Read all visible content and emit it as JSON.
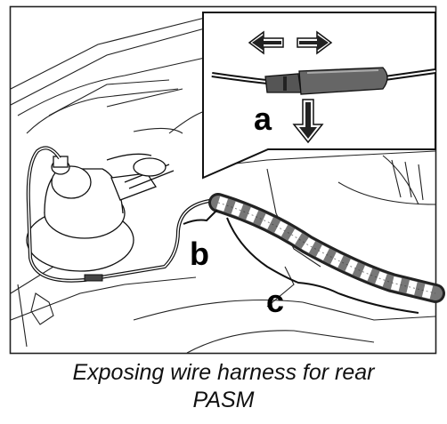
{
  "figure": {
    "callouts": {
      "a": "a",
      "b": "b",
      "c": "c"
    },
    "caption_lines": [
      "Exposing wire harness for rear",
      "PASM"
    ]
  }
}
